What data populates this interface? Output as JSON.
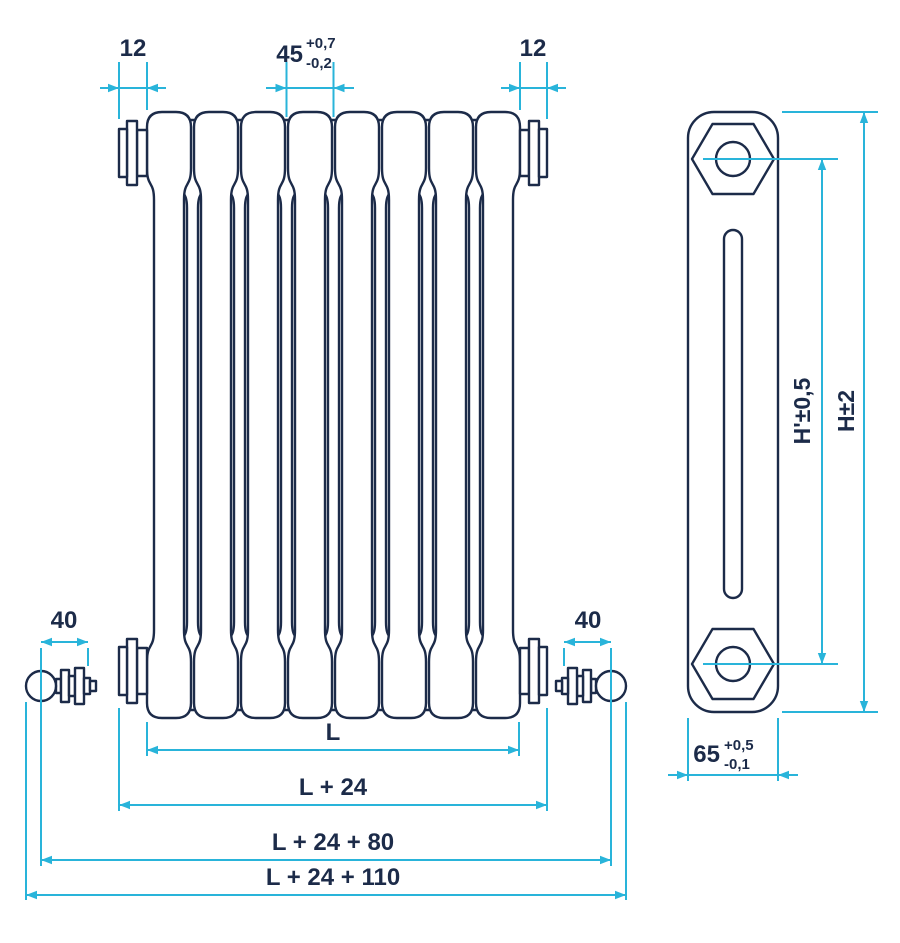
{
  "colors": {
    "outline": "#1c2b49",
    "dimension": "#29b4da",
    "background": "#ffffff"
  },
  "labels": {
    "plug_left": "12",
    "plug_right": "12",
    "pitch": "45",
    "pitch_tol_plus": "+0,7",
    "pitch_tol_minus": "-0,2",
    "valve_left": "40",
    "valve_right": "40",
    "length": "L",
    "length_plus_plugs": "L + 24",
    "length_plus_valves": "L + 24 + 80",
    "length_overall": "L + 24 + 110",
    "height_axes": "H'±0,5",
    "height_overall": "H±2",
    "depth": "65",
    "depth_tol_plus": "+0,5",
    "depth_tol_minus": "-0,1"
  }
}
